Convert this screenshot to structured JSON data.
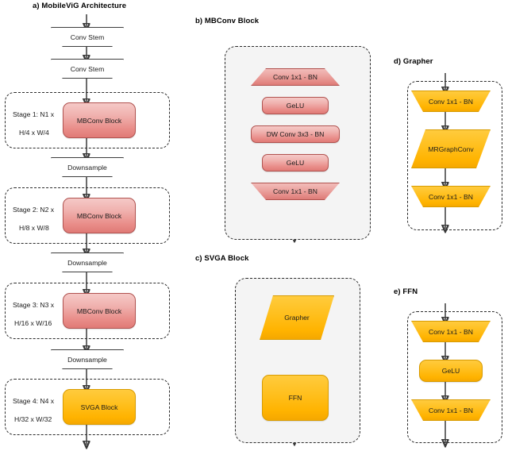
{
  "figure": {
    "panels": [
      {
        "id": "a",
        "caption": "a) MobileViG Architecture"
      },
      {
        "id": "b",
        "caption": "b) MBConv Block"
      },
      {
        "id": "c",
        "caption": "c) SVGA Block"
      },
      {
        "id": "d",
        "caption": "d) Grapher"
      },
      {
        "id": "e",
        "caption": "e) FFN"
      }
    ]
  },
  "panel_a": {
    "caption": "a) MobileViG Architecture",
    "nodes": [
      {
        "name": "conv-stem-1",
        "label": "Conv Stem",
        "shape": "trapezoid-white"
      },
      {
        "name": "conv-stem-2",
        "label": "Conv Stem",
        "shape": "trapezoid-white"
      },
      {
        "name": "mbconv-block-1",
        "label": "MBConv Block",
        "shape": "rounded-rect-red"
      },
      {
        "name": "downsample-1",
        "label": "Downsample",
        "shape": "trapezoid-white"
      },
      {
        "name": "mbconv-block-2",
        "label": "MBConv Block",
        "shape": "rounded-rect-red"
      },
      {
        "name": "downsample-2",
        "label": "Downsample",
        "shape": "trapezoid-white"
      },
      {
        "name": "mbconv-block-3",
        "label": "MBConv Block",
        "shape": "rounded-rect-red"
      },
      {
        "name": "downsample-3",
        "label": "Downsample",
        "shape": "trapezoid-white"
      },
      {
        "name": "svga-block-4",
        "label": "SVGA Block",
        "shape": "rounded-rect-orange"
      }
    ],
    "stages": [
      {
        "repeat": "Stage 1: N1 x",
        "resolution": "H/4 x W/4"
      },
      {
        "repeat": "Stage 2: N2 x",
        "resolution": "H/8 x W/8"
      },
      {
        "repeat": "Stage 3: N3 x",
        "resolution": "H/16 x W/16"
      },
      {
        "repeat": "Stage 4: N4 x",
        "resolution": "H/32 x W/32"
      }
    ]
  },
  "panel_b": {
    "caption": "b) MBConv Block",
    "nodes": [
      {
        "name": "conv1x1-bn-expand",
        "label": "Conv 1x1 - BN",
        "shape": "trapezoid-red-expand"
      },
      {
        "name": "gelu-1",
        "label": "GeLU",
        "shape": "rounded-rect-red"
      },
      {
        "name": "dw-conv3x3-bn",
        "label": "DW Conv 3x3 - BN",
        "shape": "rounded-rect-red"
      },
      {
        "name": "gelu-2",
        "label": "GeLU",
        "shape": "rounded-rect-red"
      },
      {
        "name": "conv1x1-bn-project",
        "label": "Conv 1x1 - BN",
        "shape": "trapezoid-red-reduce"
      }
    ],
    "has_residual": true
  },
  "panel_c": {
    "caption": "c) SVGA Block",
    "nodes": [
      {
        "name": "grapher",
        "label": "Grapher",
        "shape": "parallelogram-orange"
      },
      {
        "name": "ffn",
        "label": "FFN",
        "shape": "rounded-rect-orange"
      }
    ]
  },
  "panel_d": {
    "caption": "d) Grapher",
    "nodes": [
      {
        "name": "conv1x1-bn-in",
        "label": "Conv 1x1 - BN",
        "shape": "trapezoid-orange"
      },
      {
        "name": "mrgraphconv",
        "label": "MRGraphConv",
        "shape": "parallelogram-orange"
      },
      {
        "name": "conv1x1-bn-out",
        "label": "Conv 1x1 - BN",
        "shape": "trapezoid-orange"
      }
    ]
  },
  "panel_e": {
    "caption": "e) FFN",
    "nodes": [
      {
        "name": "conv1x1-bn-in",
        "label": "Conv 1x1 - BN",
        "shape": "trapezoid-orange"
      },
      {
        "name": "gelu",
        "label": "GeLU",
        "shape": "rounded-rect-orange"
      },
      {
        "name": "conv1x1-bn-out",
        "label": "Conv 1x1 - BN",
        "shape": "trapezoid-orange"
      }
    ]
  },
  "colors": {
    "red_light": "#f5c9c7",
    "red_dark": "#e07a76",
    "red_border": "#b0524f",
    "orange_light": "#ffcb3d",
    "orange_dark": "#f5a800",
    "orange_border": "#d89b00",
    "stroke": "#3a3a3a",
    "panel_fill": "#f4f4f4",
    "background": "#ffffff"
  }
}
